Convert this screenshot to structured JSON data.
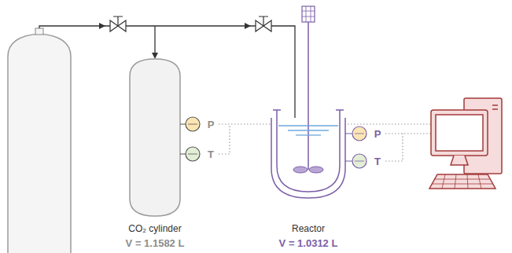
{
  "diagram": {
    "nodes": [
      {
        "text": [
          "CO₂ cylinder"
        ]
      },
      {
        "text": [
          "Reactor"
        ]
      }
    ],
    "labels": [
      "P",
      "T",
      "P",
      "T",
      "V = 1.1582 L",
      "V = 1.0312 L"
    ]
  }
}
